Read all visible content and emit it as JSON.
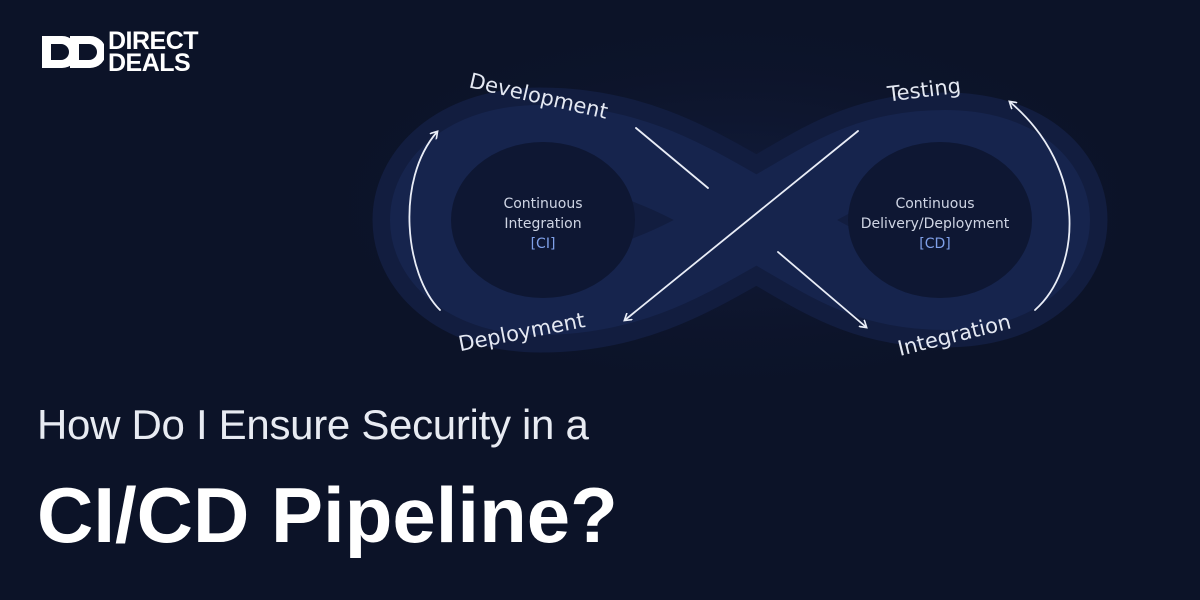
{
  "logo": {
    "line1": "DIRECT",
    "line2": "DEALS"
  },
  "diagram": {
    "stages": {
      "development": "Development",
      "testing": "Testing",
      "deployment": "Deployment",
      "integration": "Integration"
    },
    "ci": {
      "line1": "Continuous",
      "line2": "Integration",
      "abbr": "[CI]"
    },
    "cd": {
      "line1": "Continuous",
      "line2": "Delivery/Deployment",
      "abbr": "[CD]"
    }
  },
  "headline": {
    "line1": "How Do I Ensure Security in a",
    "line2": "CI/CD Pipeline?"
  },
  "colors": {
    "background": "#0c1328",
    "loop_band": "#15224a",
    "loop_inner": "#0e1733",
    "line": "#e9edf7",
    "accent_text": "#7fa0e8"
  }
}
